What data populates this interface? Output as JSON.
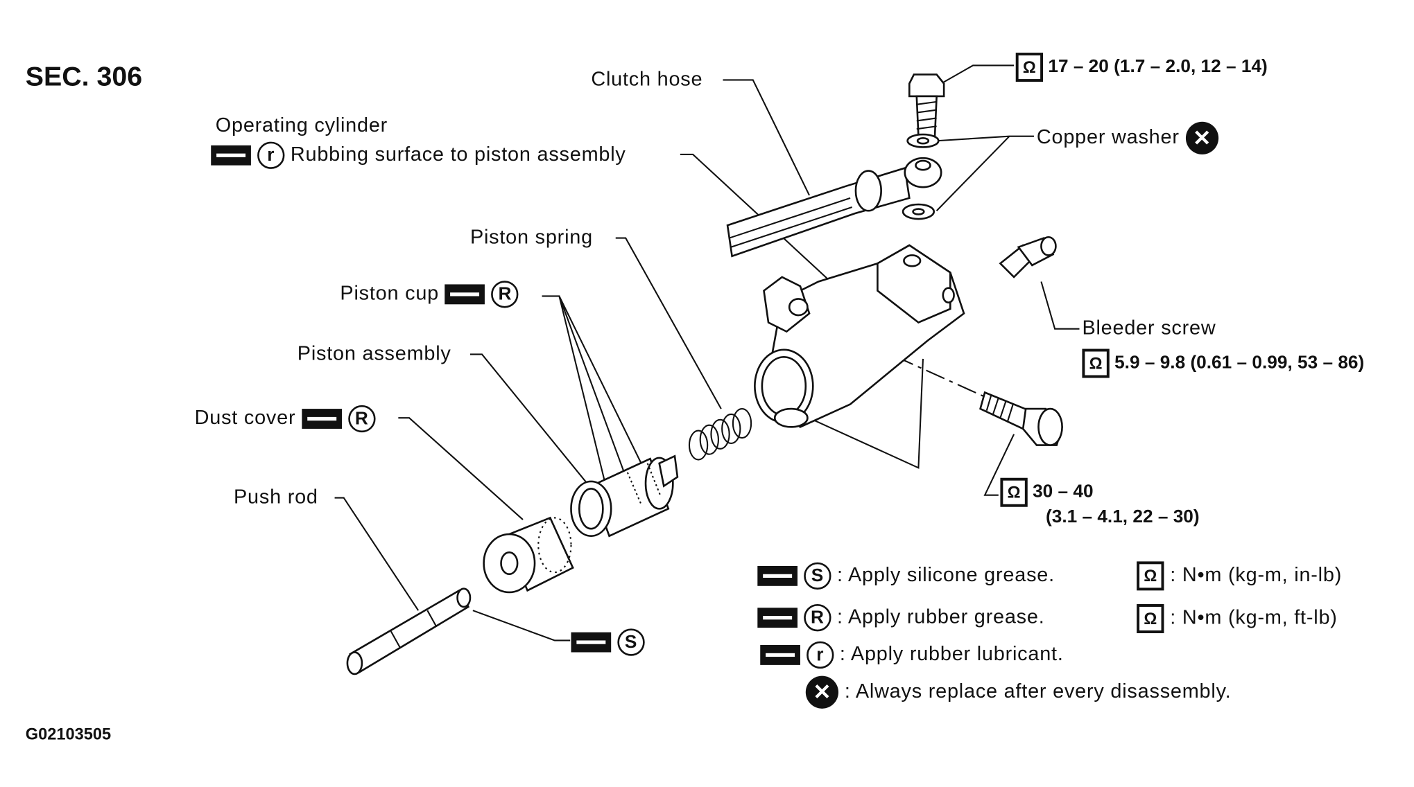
{
  "section": "SEC. 306",
  "figure_code": "G02103505",
  "labels": {
    "clutch_hose": "Clutch hose",
    "operating_cylinder": "Operating cylinder",
    "rubbing_surface": "Rubbing surface to piston assembly",
    "piston_spring": "Piston spring",
    "piston_cup": "Piston cup",
    "piston_assembly": "Piston assembly",
    "dust_cover": "Dust cover",
    "push_rod": "Push rod",
    "copper_washer": "Copper washer",
    "bleeder_screw": "Bleeder screw"
  },
  "torques": {
    "hose_bolt": "17 – 20 (1.7 – 2.0, 12 – 14)",
    "bleeder": "5.9 – 9.8 (0.61 – 0.99, 53 – 86)",
    "mount_bolt_line1": "30 – 40",
    "mount_bolt_line2": "(3.1 – 4.1, 22 – 30)"
  },
  "symbols": {
    "silicone": "S",
    "rubber_grease": "R",
    "rubber_lubricant": "r",
    "replace": "✕",
    "torque_icon": "wrench-icon"
  },
  "legend": {
    "silicone": ": Apply silicone grease.",
    "rubber_grease": ": Apply rubber grease.",
    "rubber_lubricant": ": Apply rubber lubricant.",
    "replace": ": Always replace after every disassembly.",
    "unit_inlb": ": N•m (kg-m, in-lb)",
    "unit_ftlb": ": N•m (kg-m, ft-lb)"
  }
}
